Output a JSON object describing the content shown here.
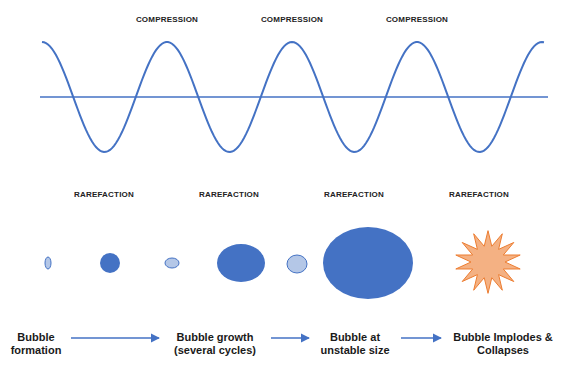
{
  "diagram": {
    "nodes": [
      {
        "text": [
          "Bubble formation"
        ]
      },
      {
        "text": [
          "Bubble growth (several cycles)"
        ]
      },
      {
        "text": [
          "Bubble at unstable size"
        ]
      },
      {
        "text": [
          "Bubble Implodes & Collapses"
        ]
      }
    ],
    "edges": [
      {
        "from": 0,
        "to": 1,
        "arrow": "to"
      },
      {
        "from": 1,
        "to": 2,
        "arrow": "to"
      },
      {
        "from": 2,
        "to": 3,
        "arrow": "to"
      }
    ],
    "labels": [
      "COMPRESSION",
      "COMPRESSION",
      "COMPRESSION",
      "RAREFACTION",
      "RAREFACTION",
      "RAREFACTION",
      "RAREFACTION"
    ]
  }
}
